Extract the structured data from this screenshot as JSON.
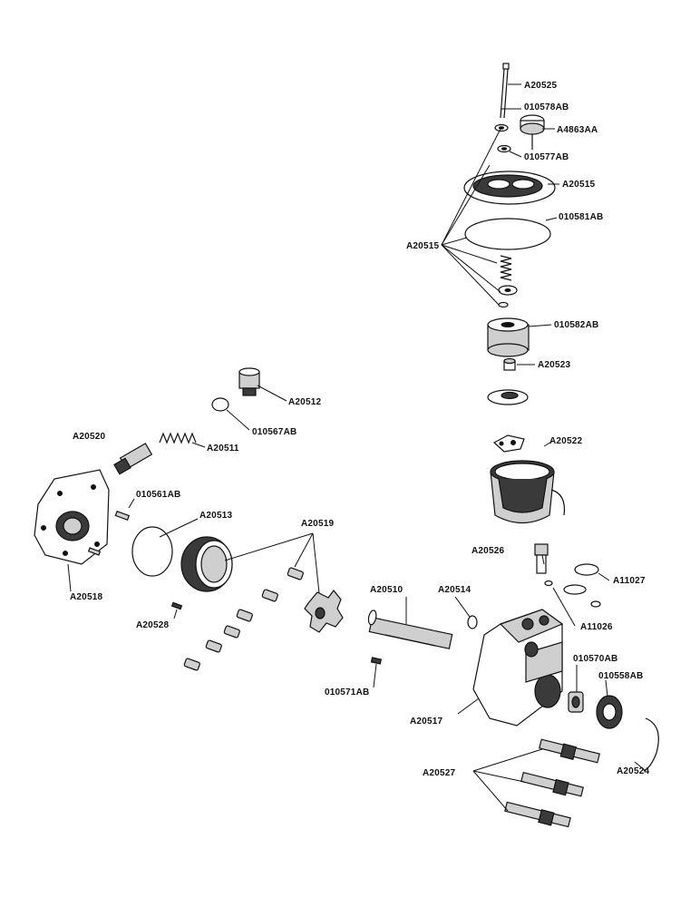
{
  "labels": {
    "a20525": "A20525",
    "p010578ab": "010578AB",
    "a4863aa": "A4863AA",
    "p010577ab": "010577AB",
    "a20515_cover": "A20515",
    "p010581ab": "010581AB",
    "a20515_group": "A20515",
    "p010582ab": "010582AB",
    "a20523": "A20523",
    "a20512": "A20512",
    "p010567ab": "010567AB",
    "a20520": "A20520",
    "a20511": "A20511",
    "p010561ab": "010561AB",
    "a20513": "A20513",
    "a20519": "A20519",
    "a20522": "A20522",
    "a20526": "A20526",
    "a11027": "A11027",
    "a11026": "A11026",
    "a20518": "A20518",
    "a20528": "A20528",
    "a20510": "A20510",
    "a20514": "A20514",
    "p010571ab": "010571AB",
    "p010570ab": "010570AB",
    "p010558ab": "010558AB",
    "a20517": "A20517",
    "a20527": "A20527",
    "a20524": "A20524"
  }
}
